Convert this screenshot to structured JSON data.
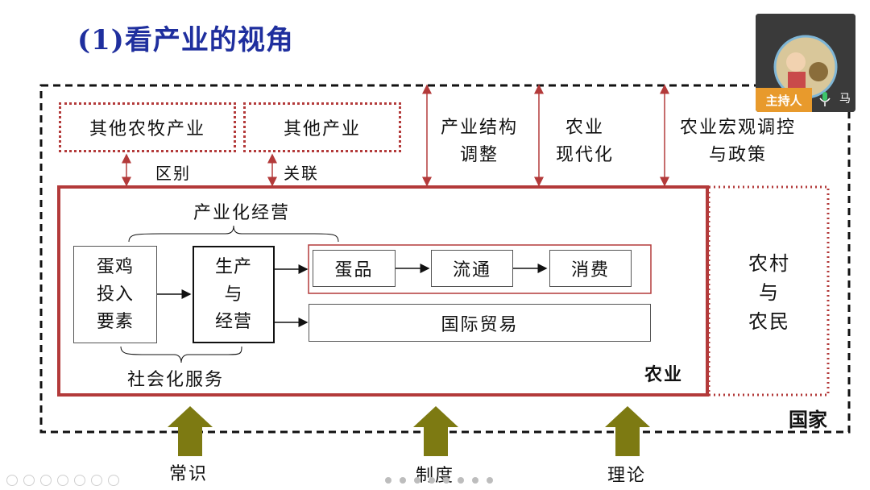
{
  "title": "(1)看产业的视角",
  "top_boxes": {
    "other_farming": "其他农牧产业",
    "other_industry": "其他产业",
    "distinction": "区别",
    "relation": "关联"
  },
  "top_labels": {
    "structure_line1": "产业结构",
    "structure_line2": "调整",
    "modern_line1": "农业",
    "modern_line2": "现代化",
    "macro_line1": "农业宏观调控",
    "macro_line2": "与政策"
  },
  "agriculture": {
    "label": "农业",
    "industrialized": "产业化经营",
    "socialized": "社会化服务",
    "inputs_lines": [
      "蛋鸡",
      "投入",
      "要素"
    ],
    "production_lines": [
      "生产",
      "与",
      "经营"
    ],
    "egg_products": "蛋品",
    "circulation": "流通",
    "consumption": "消费",
    "trade": "国际贸易"
  },
  "rural": {
    "lines": [
      "农村",
      "与",
      "农民"
    ]
  },
  "country": "国家",
  "bottom_arrows": {
    "common_sense": "常识",
    "institution": "制度",
    "theory": "理论"
  },
  "webcam": {
    "host_badge": "主持人",
    "name": "马"
  },
  "colors": {
    "title": "#1f2f9e",
    "red_border": "#b33a3a",
    "arrow_olive": "#7d7a12",
    "host_badge": "#e89a2c"
  }
}
